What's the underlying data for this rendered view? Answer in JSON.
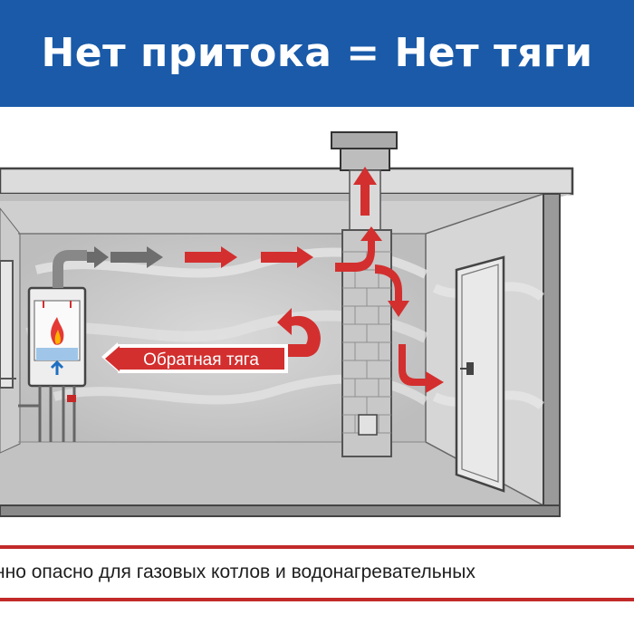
{
  "header": {
    "title": "Нет притока = Нет тяги"
  },
  "diagram": {
    "backdraft_label": "Обратная тяга"
  },
  "footer": {
    "text": "нно опасно для газовых котлов и водонагревательных"
  },
  "colors": {
    "header_bg": "#1a5aa8",
    "arrow_red": "#d32f2f",
    "arrow_gray": "#6b6b6b",
    "accent_line": "#c22a2a"
  }
}
